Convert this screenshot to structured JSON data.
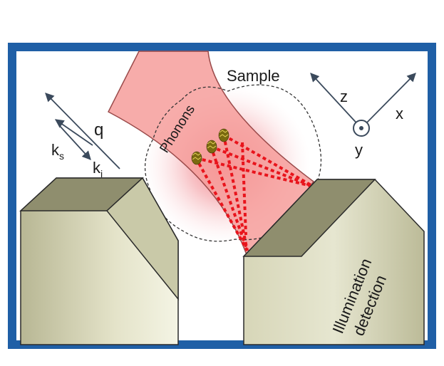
{
  "labels": {
    "sample": "Sample",
    "phonons": "Phonons",
    "q": "q",
    "ks_main": "k",
    "ks_sub": "s",
    "ki_main": "k",
    "ki_sub": "i",
    "axis_z": "z",
    "axis_x": "x",
    "axis_y": "y",
    "objective_line1": "Illumination",
    "objective_line2": "detection"
  },
  "colors": {
    "frame": "#1f5fa6",
    "beam": "#f7a3a0",
    "beam_edge": "#9a4a4a",
    "scatter_path": "#e8141c",
    "sample_glow": "#f07a80",
    "objective_face": "#e2e2cc",
    "objective_side": "#c9c9a8",
    "objective_top": "#8f8e6e",
    "arrow": "#3b4a5c",
    "phonon_dot": "#7a6a10"
  },
  "icons": {
    "y_axis": "circle-dot-out-of-plane-icon",
    "phonon": "phonon-spring-icon"
  }
}
